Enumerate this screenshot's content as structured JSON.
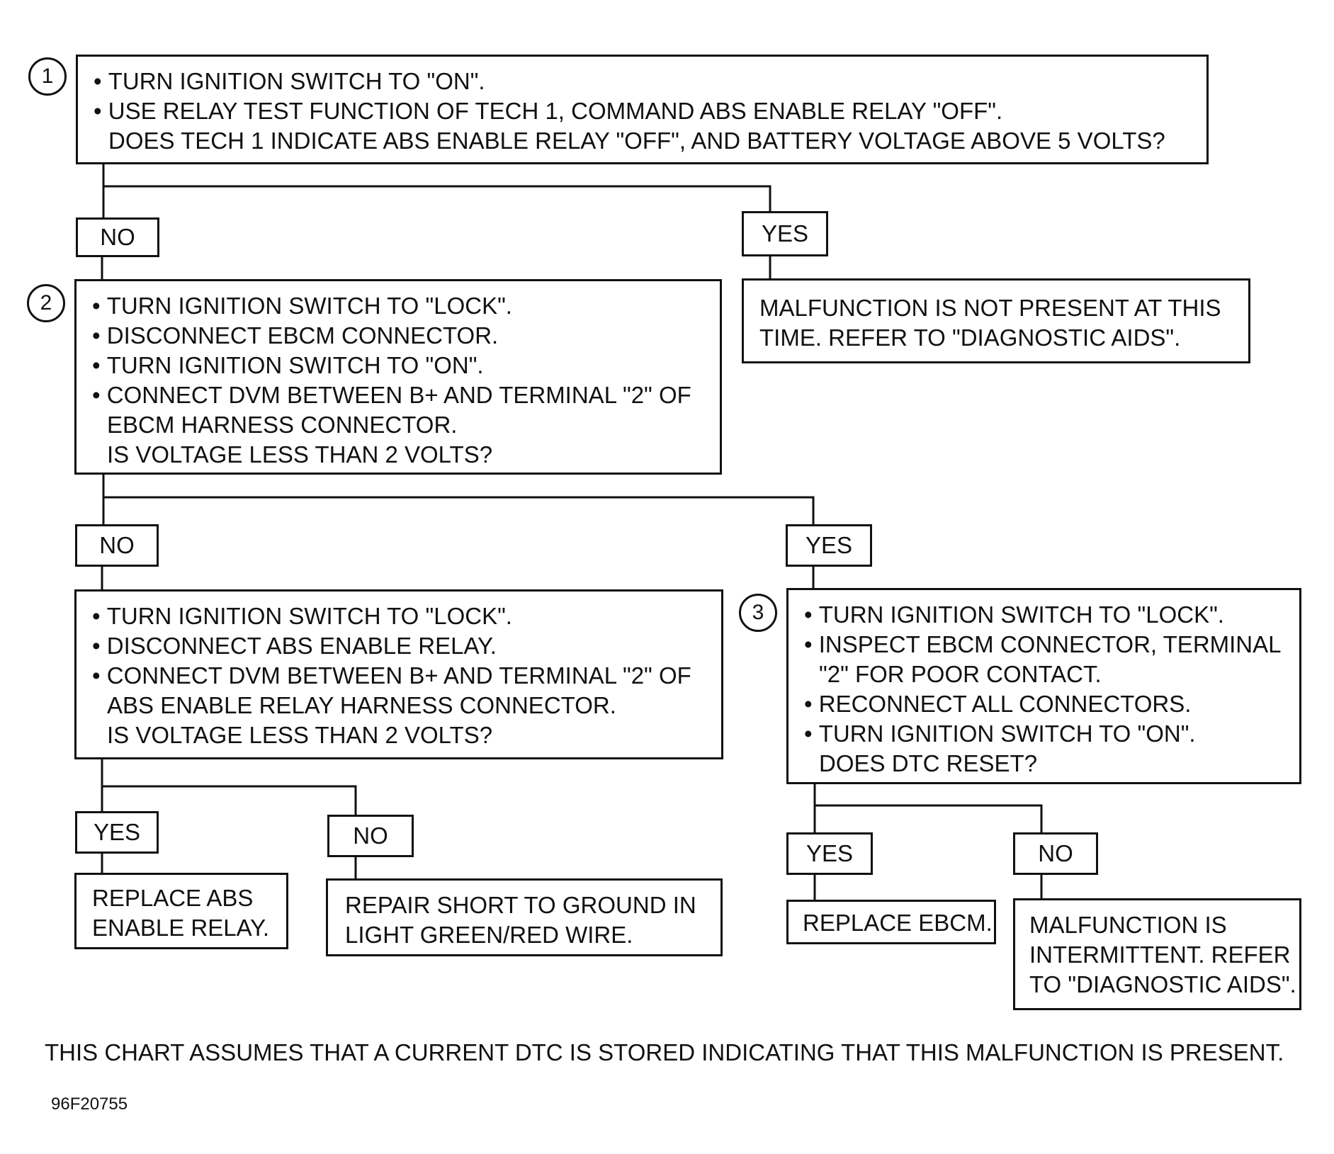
{
  "steps": {
    "s1": {
      "number": "1",
      "lines": [
        "TURN IGNITION SWITCH TO \"ON\".",
        "USE RELAY TEST FUNCTION OF TECH 1, COMMAND ABS ENABLE RELAY \"OFF\".",
        "DOES TECH 1 INDICATE ABS ENABLE RELAY \"OFF\", AND BATTERY VOLTAGE ABOVE 5 VOLTS?"
      ]
    },
    "s2": {
      "number": "2",
      "lines": [
        "TURN IGNITION SWITCH TO \"LOCK\".",
        "DISCONNECT EBCM CONNECTOR.",
        "TURN IGNITION SWITCH TO \"ON\".",
        "CONNECT DVM BETWEEN B+ AND TERMINAL \"2\" OF",
        "EBCM HARNESS CONNECTOR.",
        "IS VOLTAGE LESS THAN 2 VOLTS?"
      ]
    },
    "s2no": {
      "lines": [
        "TURN IGNITION SWITCH TO \"LOCK\".",
        "DISCONNECT ABS ENABLE RELAY.",
        "CONNECT DVM BETWEEN B+ AND TERMINAL \"2\" OF",
        "ABS ENABLE RELAY HARNESS CONNECTOR.",
        "IS VOLTAGE LESS THAN 2 VOLTS?"
      ]
    },
    "s3": {
      "number": "3",
      "lines": [
        "TURN IGNITION SWITCH TO \"LOCK\".",
        "INSPECT EBCM CONNECTOR, TERMINAL",
        "\"2\" FOR POOR CONTACT.",
        "RECONNECT ALL CONNECTORS.",
        "TURN IGNITION SWITCH TO \"ON\".",
        "DOES DTC RESET?"
      ]
    }
  },
  "results": {
    "not_present": [
      "MALFUNCTION IS NOT PRESENT AT THIS",
      "TIME. REFER TO \"DIAGNOSTIC AIDS\"."
    ],
    "replace_relay": [
      "REPLACE ABS",
      "ENABLE RELAY."
    ],
    "repair_short": [
      "REPAIR SHORT TO  GROUND IN",
      "LIGHT GREEN/RED WIRE."
    ],
    "replace_ebcm": [
      "REPLACE EBCM."
    ],
    "intermittent": [
      "MALFUNCTION IS",
      "INTERMITTENT. REFER",
      "TO \"DIAGNOSTIC AIDS\"."
    ]
  },
  "answers": {
    "s1_no": "NO",
    "s1_yes": "YES",
    "s2_no": "NO",
    "s2_yes": "YES",
    "s2no_yes": "YES",
    "s2no_no": "NO",
    "s3_yes": "YES",
    "s3_no": "NO"
  },
  "footnote": "THIS CHART ASSUMES THAT A CURRENT DTC IS STORED INDICATING THAT THIS MALFUNCTION IS PRESENT.",
  "figure_id": "96F20755",
  "colors": {
    "ink": "#111111",
    "paper": "#ffffff"
  }
}
